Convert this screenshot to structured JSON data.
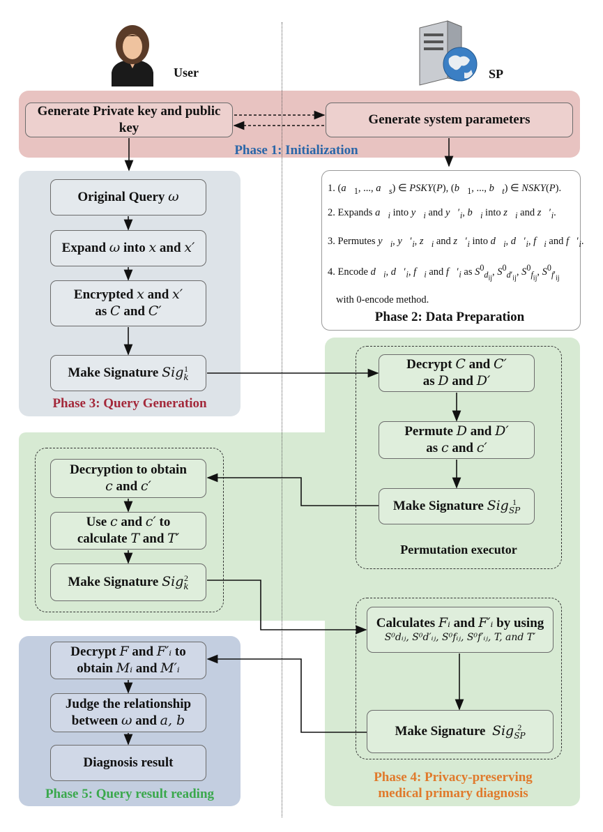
{
  "actors": {
    "user": "User",
    "sp": "SP"
  },
  "phase1": {
    "label": "Phase 1: Initialization",
    "user_box": "Generate Private key and public key",
    "sp_box": "Generate system parameters"
  },
  "phase2": {
    "label": "Phase 2: Data Preparation",
    "steps": [
      "1. (a⃗₁, ..., a⃗ₛ) ∈ PSKY(P), (b⃗₁, ..., b⃗ₜ) ∈ NSKY(P).",
      "2. Expands a⃗ᵢ into y⃗ᵢ and y⃗′ᵢ, b⃗ᵢ into z⃗ᵢ and z⃗′ᵢ.",
      "3. Permutes y⃗ᵢ, y⃗′ᵢ, z⃗ᵢ and z⃗′ᵢ into d⃗ᵢ, d⃗′ᵢ, f⃗ᵢ and f⃗′ᵢ.",
      "4. Encode d⃗ᵢ, d⃗′ᵢ, f⃗ᵢ and f⃗′ᵢ as S⁰dᵢⱼ, S⁰d′ᵢⱼ, S⁰fᵢⱼ, S⁰f′ᵢⱼ",
      "with 0-encode method."
    ]
  },
  "phase3": {
    "label": "Phase 3: Query Generation",
    "original_query": {
      "text": "Original Query",
      "math": "ω"
    },
    "expand": {
      "a": "Expand",
      "b": "ω",
      "c": "into",
      "d": "x",
      "e": "and",
      "f": "x′"
    },
    "encrypted": {
      "a": "Encrypted",
      "b": "x",
      "c": "and",
      "d": "x′",
      "e": "as",
      "f": "C",
      "g": "and",
      "h": "C′"
    },
    "signature": {
      "text": "Make Signature",
      "math": "Sig",
      "sup": "1",
      "sub": "k"
    }
  },
  "permutation": {
    "label": "Permutation executor",
    "decrypt": {
      "a": "Decrypt",
      "b": "C",
      "c": "and",
      "d": "C′",
      "e": "as",
      "f": "D",
      "g": "and",
      "h": "D′"
    },
    "permute": {
      "a": "Permute",
      "b": "D",
      "c": "and",
      "d": "D′",
      "e": "as",
      "f": "c",
      "g": "and",
      "h": "c′"
    },
    "signature": {
      "text": "Make Signature",
      "math": "Sig",
      "sup": "1",
      "sub": "SP"
    }
  },
  "user_side": {
    "decryption": {
      "a": "Decryption to obtain",
      "b": "c",
      "c": "and",
      "d": "c′"
    },
    "use": {
      "a": "Use",
      "b": "c",
      "c": "and",
      "d": "c′",
      "e": "to",
      "f": "calculate",
      "g": "T",
      "h": "and",
      "i": "T′"
    },
    "signature": {
      "text": "Make Signature",
      "math": "Sig",
      "sup": "2",
      "sub": "k"
    }
  },
  "phase4": {
    "label_line1": "Phase 4: Privacy-preserving",
    "label_line2": "medical primary diagnosis",
    "calculates": {
      "a": "Calculates",
      "b": "Fᵢ",
      "c": "and",
      "d": "F′ᵢ",
      "e": "by using",
      "f": "S⁰dᵢⱼ, S⁰d′ᵢⱼ, S⁰fᵢⱼ, S⁰f′ᵢⱼ, T, and T′"
    },
    "signature": {
      "text": "Make Signature",
      "math": "Sig",
      "sup": "2",
      "sub": "SP"
    }
  },
  "phase5": {
    "label": "Phase 5: Query result reading",
    "decrypt": {
      "a": "Decrypt",
      "b": "F",
      "c": "and",
      "d": "F′ᵢ",
      "e": "to",
      "f": "obtain",
      "g": "Mᵢ",
      "h": "and",
      "i": "M′ᵢ"
    },
    "judge": {
      "a": "Judge the relationship",
      "b": "between",
      "c": "ω",
      "d": "and",
      "e": "a, b"
    },
    "result": "Diagnosis result"
  },
  "colors": {
    "phase1_bg": "#e8c3c1",
    "phase3_bg": "#dde3e8",
    "green_bg": "#d7ead3",
    "phase5_bg": "#c3cee0",
    "phase1_label": "#2a66a8",
    "phase3_label": "#a3283a",
    "phase4_label": "#e07a2c",
    "phase5_label": "#3aa84c"
  }
}
